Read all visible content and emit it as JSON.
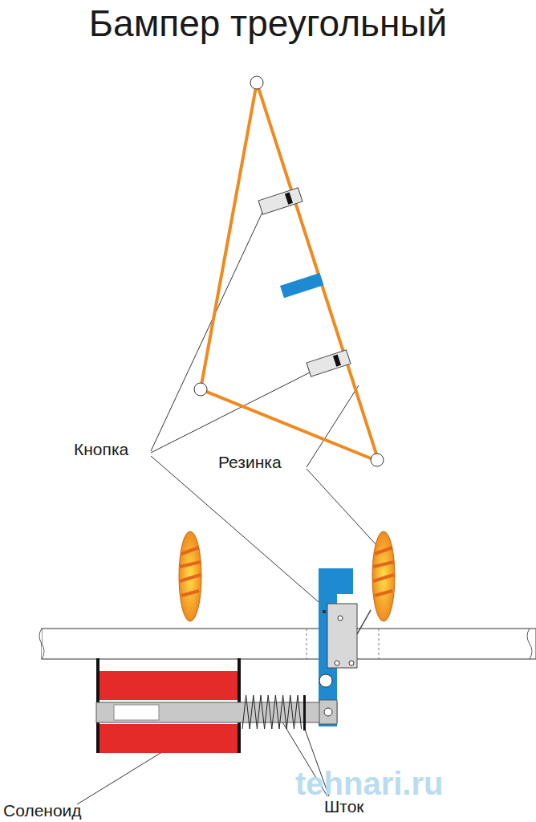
{
  "diagram": {
    "title": "Бампер треугольный",
    "labels": [
      "Кнопка",
      "Резинка",
      "Соленоид",
      "Шток",
      "tehnari.ru"
    ]
  }
}
